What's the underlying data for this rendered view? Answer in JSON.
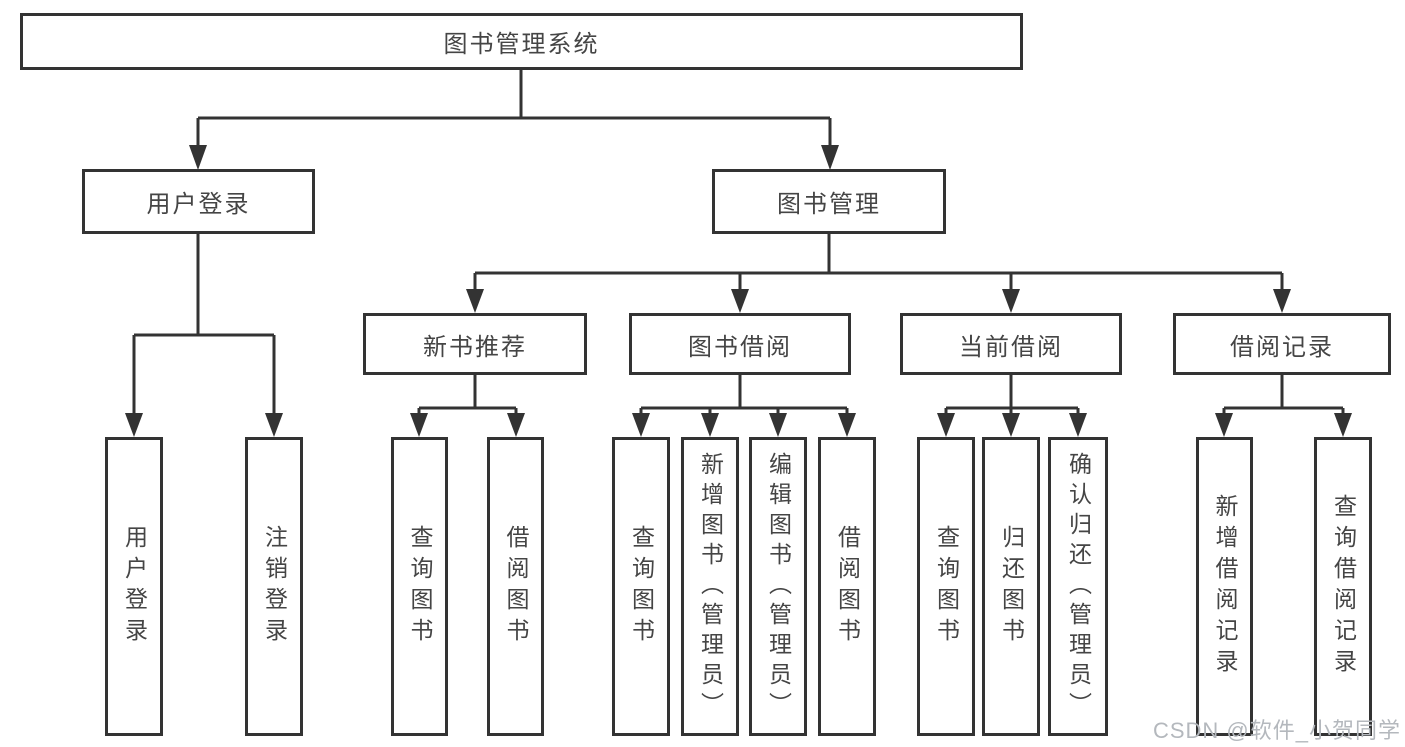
{
  "colors": {
    "line": "#333333",
    "box_border": "#333333",
    "text": "#454545",
    "background": "#ffffff",
    "watermark_text_color": "#b4b8bd"
  },
  "tree": {
    "root": "图书管理系统",
    "level2": [
      {
        "label": "用户登录",
        "children": [
          "用户登录",
          "注销登录"
        ]
      },
      {
        "label": "图书管理",
        "children": [
          {
            "label": "新书推荐",
            "children": [
              "查询图书",
              "借阅图书"
            ]
          },
          {
            "label": "图书借阅",
            "children": [
              "查询图书",
              "新增图书（管理员）",
              "编辑图书（管理员）",
              "借阅图书"
            ]
          },
          {
            "label": "当前借阅",
            "children": [
              "查询图书",
              "归还图书",
              "确认归还（管理员）"
            ]
          },
          {
            "label": "借阅记录",
            "children": [
              "新增借阅记录",
              "查询借阅记录"
            ]
          }
        ]
      }
    ]
  },
  "watermark": {
    "text": "CSDN @软件_小贺同学"
  }
}
